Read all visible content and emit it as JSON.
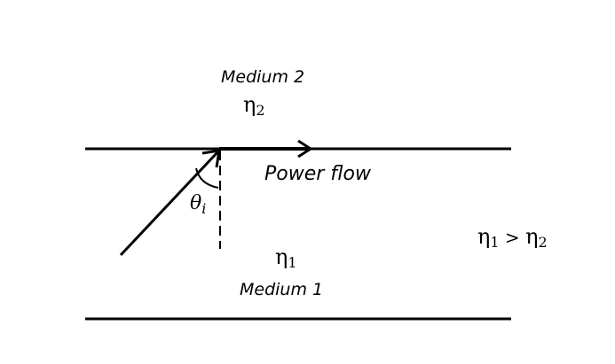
{
  "labels": {
    "medium2": "Medium 2",
    "medium1": "Medium 1",
    "eta2": "η",
    "eta2_sub": "2",
    "eta1": "η",
    "eta1_sub": "1",
    "power_flow": "Power flow",
    "theta": "θ",
    "theta_sub": "i",
    "relation_eta_a": "η",
    "relation_sub_a": "1",
    "relation_op": " > ",
    "relation_eta_b": "η",
    "relation_sub_b": "2"
  },
  "colors": {
    "line": "#000000",
    "background": "#ffffff"
  }
}
